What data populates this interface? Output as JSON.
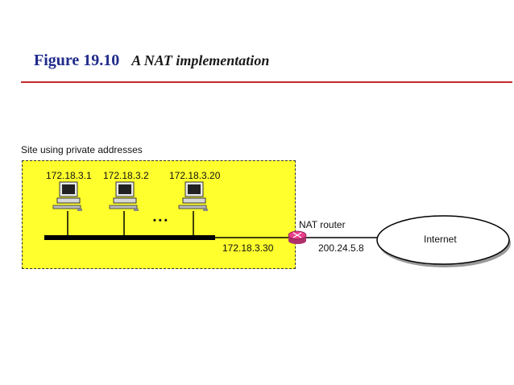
{
  "figure": {
    "number": "Figure 19.10",
    "title": "A NAT implementation"
  },
  "site": {
    "label": "Site using private addresses",
    "hosts": [
      {
        "address": "172.18.3.1"
      },
      {
        "address": "172.18.3.2"
      },
      {
        "address": "172.18.3.20"
      }
    ],
    "ellipsis": "• • •",
    "router_private_address": "172.18.3.30"
  },
  "router": {
    "label": "NAT router",
    "public_address": "200.24.5.8"
  },
  "internet": {
    "label": "Internet"
  },
  "colors": {
    "title_blue": "#1f2a8a",
    "rule_red": "#c62828",
    "site_yellow": "#ffff2e",
    "router_pink": "#e83e8c"
  }
}
